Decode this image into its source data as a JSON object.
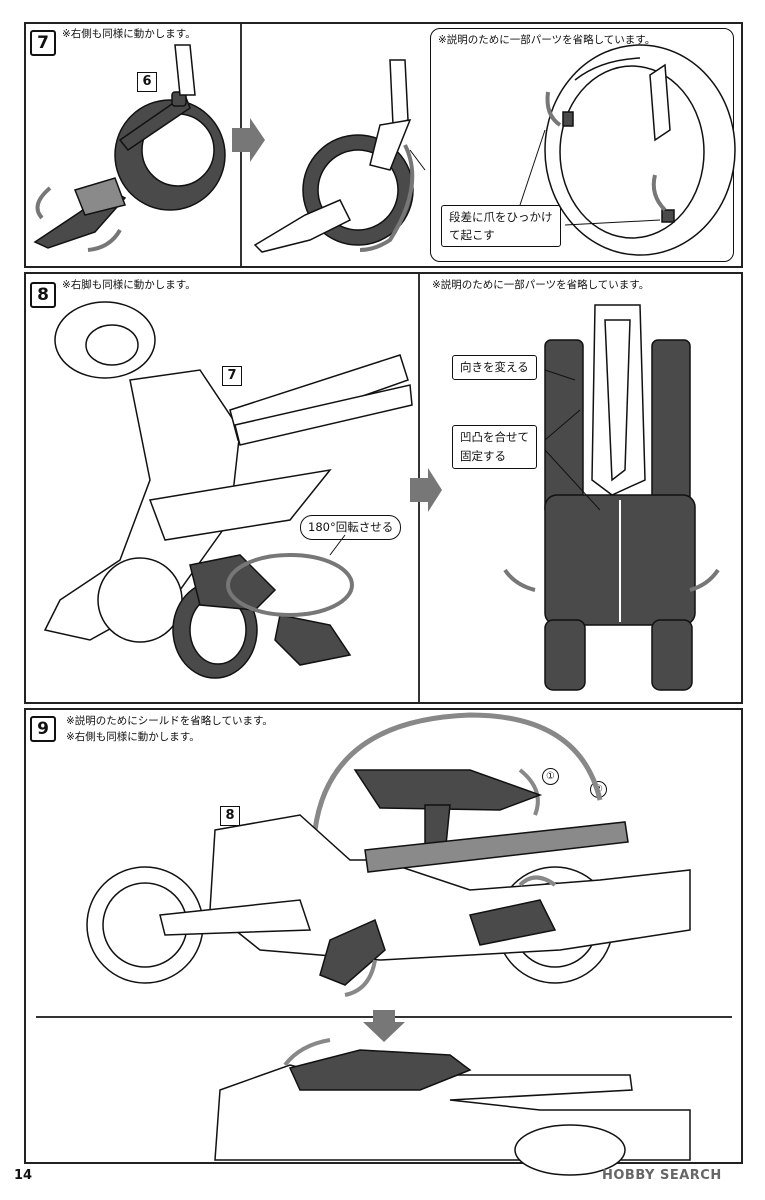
{
  "page_number": "14",
  "watermark": "HOBBY SEARCH",
  "step7": {
    "number": "7",
    "note": "※右側も同様に動かします。",
    "ref": "6",
    "detail_note": "※説明のために一部パーツを省略しています。",
    "callout_line1": "段差に爪をひっかけ",
    "callout_line2": "て起こす"
  },
  "step8": {
    "number": "8",
    "note": "※右脚も同様に動かします。",
    "ref": "7",
    "rotate_label": "180°回転させる",
    "detail_note": "※説明のために一部パーツを省略しています。",
    "callout_direction": "向きを変える",
    "callout_fix_line1": "凹凸を合せて",
    "callout_fix_line2": "固定する"
  },
  "step9": {
    "number": "9",
    "note_line1": "※説明のためにシールドを省略しています。",
    "note_line2": "※右側も同様に動かします。",
    "ref": "8",
    "order1": "①",
    "order2": "②"
  },
  "colors": {
    "part_dark": "#4a4a4a",
    "part_mid": "#8a8a8a",
    "line": "#111111",
    "arrow": "#666666"
  }
}
